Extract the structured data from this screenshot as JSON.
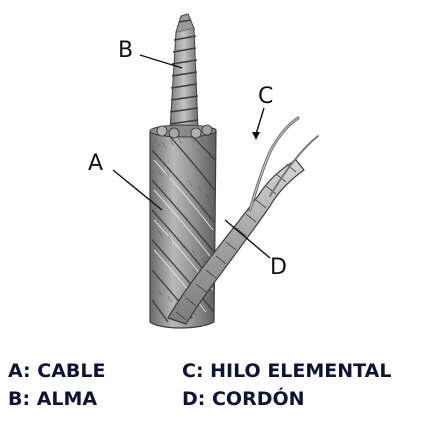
{
  "diagram": {
    "callouts": {
      "a": "A",
      "b": "B",
      "c": "C",
      "d": "D"
    }
  },
  "legend": {
    "a": "A: CABLE",
    "b": "B: ALMA",
    "c": "C: HILO ELEMENTAL",
    "d": "D: CORDÓN"
  },
  "colors": {
    "legend_text": "#0e1430",
    "wire_dark": "#4a4a4a",
    "wire_mid": "#8c8c8c",
    "wire_light": "#cfcfcf"
  }
}
